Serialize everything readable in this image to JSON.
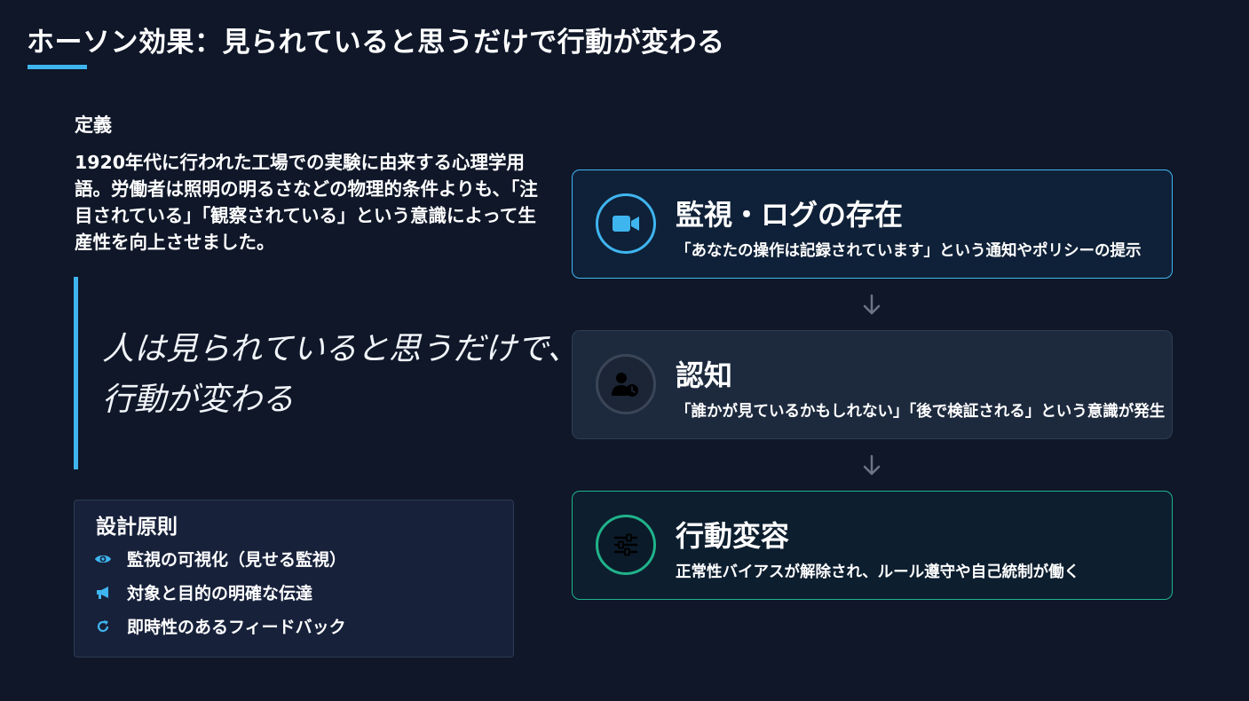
{
  "title": "ホーソン効果：見られていると思うだけで行動が変わる",
  "colors": {
    "background": "#0f1729",
    "accent_blue": "#3fb5f0",
    "accent_green": "#20b38a",
    "card_gray": "#1d2a3e"
  },
  "definition": {
    "heading": "定義",
    "text": "1920年代に行われた工場での実験に由来する心理学用語。労働者は照明の明るさなどの物理的条件よりも、「注目されている」「観察されている」という意識によって生産性を向上させました。"
  },
  "quote": {
    "line1": "人は見られていると思うだけで、",
    "line2": "行動が変わる"
  },
  "principles": {
    "title": "設計原則",
    "items": [
      {
        "icon": "eye-icon",
        "label": "監視の可視化（見せる監視）"
      },
      {
        "icon": "megaphone-icon",
        "label": "対象と目的の明確な伝達"
      },
      {
        "icon": "refresh-icon",
        "label": "即時性のあるフィードバック"
      }
    ]
  },
  "flow": [
    {
      "icon": "video-camera-icon",
      "title": "監視・ログの存在",
      "desc": "「あなたの操作は記録されています」という通知やポリシーの提示"
    },
    {
      "icon": "user-clock-icon",
      "title": "認知",
      "desc": "「誰かが見ているかもしれない」「後で検証される」という意識が発生"
    },
    {
      "icon": "sliders-icon",
      "title": "行動変容",
      "desc": "正常性バイアスが解除され、ルール遵守や自己統制が働く"
    }
  ]
}
